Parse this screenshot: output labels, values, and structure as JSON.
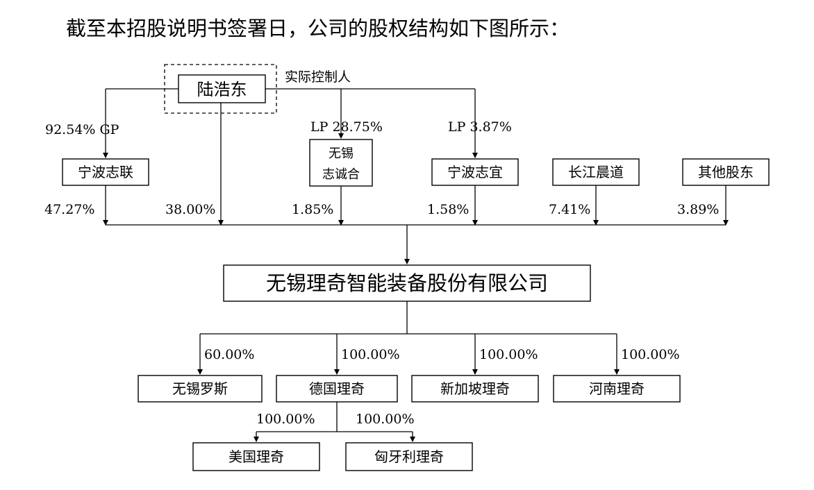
{
  "heading": "截至本招股说明书签署日，公司的股权结构如下图所示：",
  "controller_label": "实际控制人",
  "entities": {
    "luhaodong": "陆浩东",
    "ningbo_zhilian": "宁波志联",
    "wuxi_zhichenghe_1": "无锡",
    "wuxi_zhichenghe_2": "志诚合",
    "ningbo_zhiyi": "宁波志宜",
    "changjiang_chendao": "长江晨道",
    "other_shareholders": "其他股东",
    "company": "无锡理奇智能装备股份有限公司",
    "wuxi_luosi": "无锡罗斯",
    "deguo_liqi": "德国理奇",
    "singapore_liqi": "新加坡理奇",
    "henan_liqi": "河南理奇",
    "usa_liqi": "美国理奇",
    "hungary_liqi": "匈牙利理奇"
  },
  "labels": {
    "zhilian_from_lu": "92.54%  GP",
    "zhichenghe_from_lu": "LP 28.75%",
    "zhiyi_from_lu": "LP  3.87%",
    "zhilian_to_co": "47.27%",
    "lu_to_co": "38.00%",
    "zhichenghe_to_co": "1.85%",
    "zhiyi_to_co": "1.58%",
    "changjiang_to_co": "7.41%",
    "others_to_co": "3.89%",
    "co_to_luosi": "60.00%",
    "co_to_deguo": "100.00%",
    "co_to_singapore": "100.00%",
    "co_to_henan": "100.00%",
    "deguo_to_usa": "100.00%",
    "deguo_to_hungary": "100.00%"
  }
}
